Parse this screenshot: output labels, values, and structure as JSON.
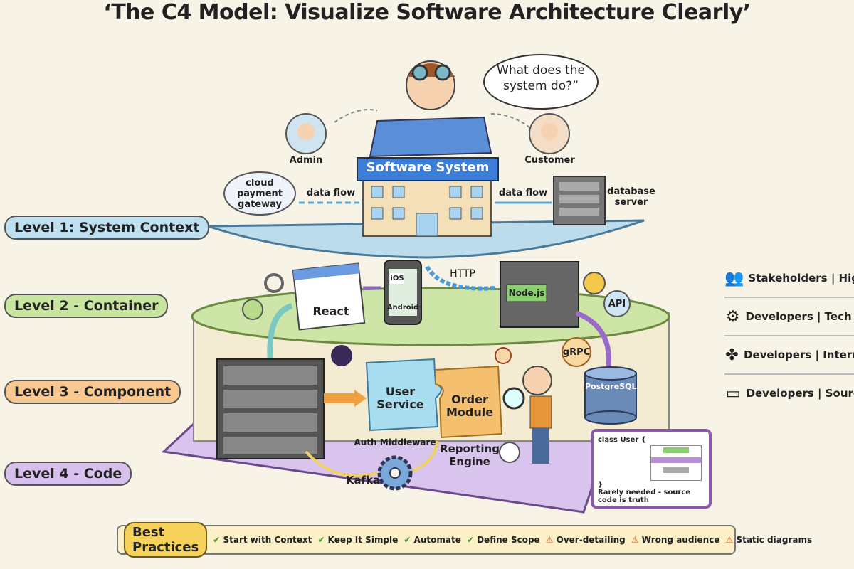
{
  "title": "‘The C4 Model: Visualize Software Architecture Clearly’",
  "levels": [
    {
      "label": "Level 1: System Context",
      "color": "#bfe0f0"
    },
    {
      "label": "Level 2 - Container",
      "color": "#c8e6a0"
    },
    {
      "label": "Level 3 - Component",
      "color": "#f8c890"
    },
    {
      "label": "Level 4 - Code",
      "color": "#d8c0ec"
    }
  ],
  "level1": {
    "speech": "What does the system do?”",
    "system": "Software System",
    "admin": "Admin",
    "customer": "Customer",
    "cloud": "cloud payment gateway",
    "flow_left": "data flow",
    "flow_right": "data flow",
    "database": "database server"
  },
  "level2": {
    "react": "React",
    "android": "Android",
    "android_badge": "iOS",
    "http": "HTTP",
    "node": "Node.js",
    "api": "API"
  },
  "level3": {
    "user_service": "User Service",
    "order_module": "Order Module",
    "grpc": "gRPC",
    "postgres": "PostgreSQL",
    "auth": "Auth Middleware",
    "reporting": "Reporting Engine",
    "kafka": "Kafka"
  },
  "level4": {
    "code_title": "class User {",
    "code_close": "}",
    "caption": "Rarely needed - source code is truth"
  },
  "legend": [
    {
      "icon": "people-icon",
      "text": "Stakeholders | High-"
    },
    {
      "icon": "gear-icon",
      "text": "Developers | Tech st"
    },
    {
      "icon": "components-icon",
      "text": "Developers | Interna"
    },
    {
      "icon": "window-icon",
      "text": "Developers | Source"
    }
  ],
  "best_practices": {
    "heading": "Best Practices",
    "items": [
      {
        "type": "do",
        "text": "Start with Context"
      },
      {
        "type": "do",
        "text": "Keep It Simple"
      },
      {
        "type": "do",
        "text": "Automate"
      },
      {
        "type": "do",
        "text": "Define Scope"
      },
      {
        "type": "dont",
        "text": "Over-detailing"
      },
      {
        "type": "dont",
        "text": "Wrong audience"
      },
      {
        "type": "dont",
        "text": "Static diagrams"
      }
    ]
  }
}
